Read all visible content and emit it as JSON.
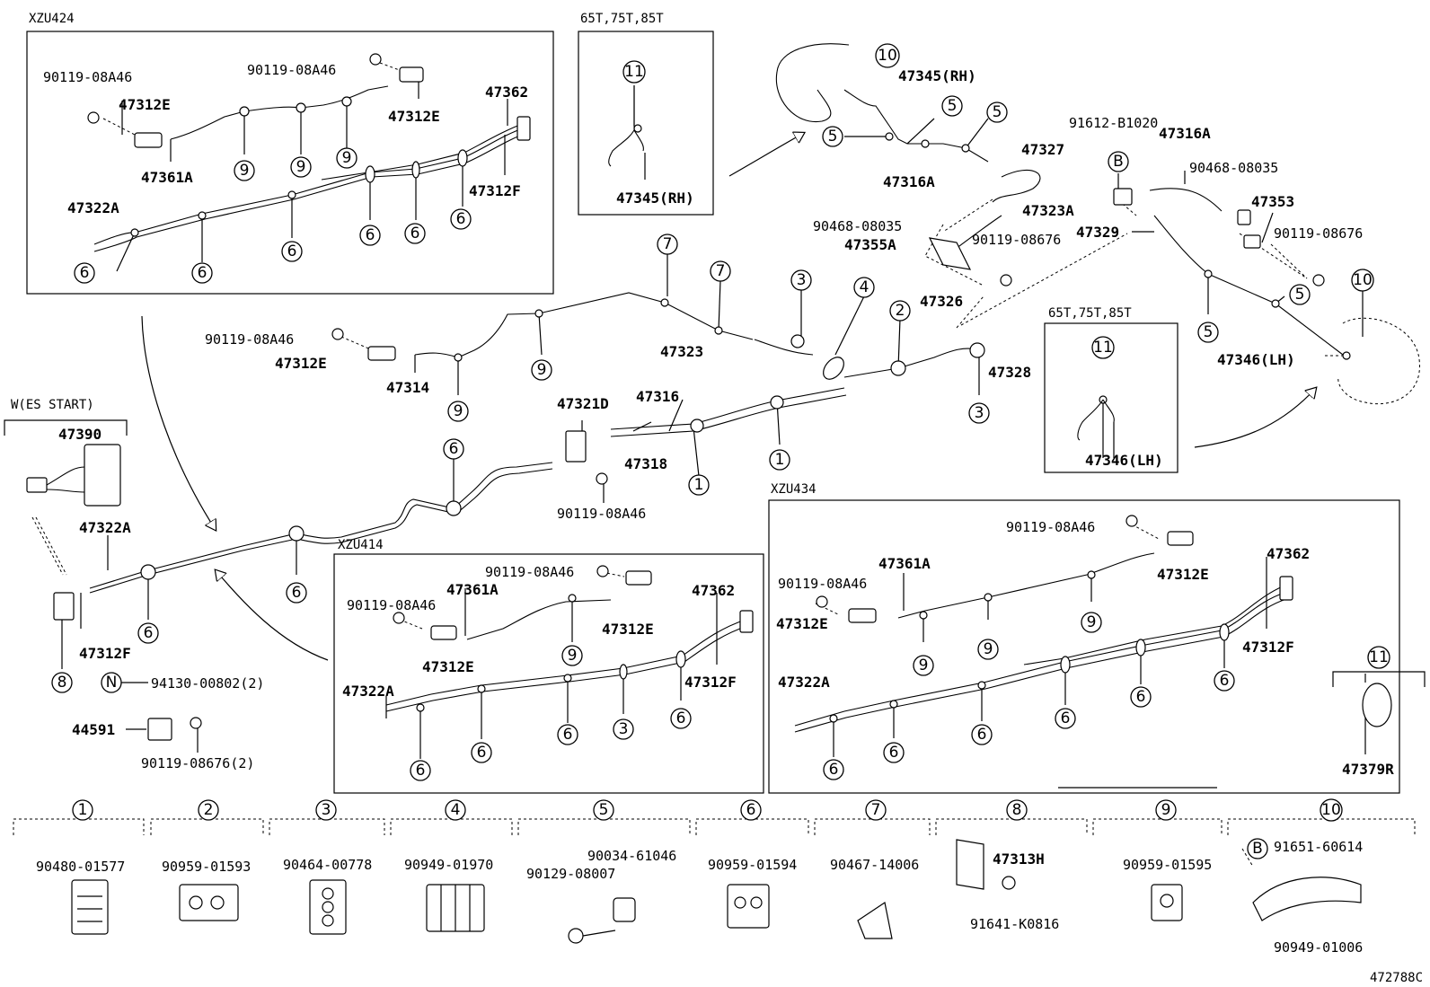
{
  "diagram_id": "472788C",
  "sections": {
    "xzu424": "XZU424",
    "xzu414": "XZU414",
    "xzu434": "XZU434",
    "ws_start": "W(ES START)",
    "t65_rh": "65T,75T,85T",
    "t65_lh": "65T,75T,85T"
  },
  "labels": [
    {
      "id": "l1",
      "text": "90119-08A46"
    },
    {
      "id": "l2",
      "text": "90119-08A46"
    },
    {
      "id": "l3",
      "text": "47312E"
    },
    {
      "id": "l4",
      "text": "47312E"
    },
    {
      "id": "l5",
      "text": "47362"
    },
    {
      "id": "l6",
      "text": "47361A"
    },
    {
      "id": "l7",
      "text": "47312F"
    },
    {
      "id": "l8",
      "text": "47322A"
    },
    {
      "id": "l9",
      "text": "47345(RH)"
    },
    {
      "id": "l10",
      "text": "47345(RH)"
    },
    {
      "id": "l11",
      "text": "47327"
    },
    {
      "id": "l12",
      "text": "47316A"
    },
    {
      "id": "l13",
      "text": "90468-08035"
    },
    {
      "id": "l14",
      "text": "47355A"
    },
    {
      "id": "l15",
      "text": "90119-08676"
    },
    {
      "id": "l16",
      "text": "91612-B1020"
    },
    {
      "id": "l17",
      "text": "47316A"
    },
    {
      "id": "l18",
      "text": "90468-08035"
    },
    {
      "id": "l19",
      "text": "47353"
    },
    {
      "id": "l20",
      "text": "47323A"
    },
    {
      "id": "l21",
      "text": "47329"
    },
    {
      "id": "l22",
      "text": "90119-08676"
    },
    {
      "id": "l23",
      "text": "47326"
    },
    {
      "id": "l24",
      "text": "47328"
    },
    {
      "id": "l25",
      "text": "47346(LH)"
    },
    {
      "id": "l26",
      "text": "47346(LH)"
    },
    {
      "id": "l27",
      "text": "47323"
    },
    {
      "id": "l28",
      "text": "90119-08A46"
    },
    {
      "id": "l29",
      "text": "47312E"
    },
    {
      "id": "l30",
      "text": "47314"
    },
    {
      "id": "l31",
      "text": "47321D"
    },
    {
      "id": "l32",
      "text": "47316"
    },
    {
      "id": "l33",
      "text": "47318"
    },
    {
      "id": "l34",
      "text": "90119-08A46"
    },
    {
      "id": "l35",
      "text": "47390"
    },
    {
      "id": "l36",
      "text": "47322A"
    },
    {
      "id": "l37",
      "text": "47312F"
    },
    {
      "id": "l38",
      "text": "94130-00802(2)"
    },
    {
      "id": "l39",
      "text": "44591"
    },
    {
      "id": "l40",
      "text": "90119-08676(2)"
    },
    {
      "id": "l41",
      "text": "90119-08A46"
    },
    {
      "id": "l42",
      "text": "47361A"
    },
    {
      "id": "l43",
      "text": "90119-08A46"
    },
    {
      "id": "l44",
      "text": "47362"
    },
    {
      "id": "l45",
      "text": "47312E"
    },
    {
      "id": "l46",
      "text": "47312E"
    },
    {
      "id": "l47",
      "text": "47312F"
    },
    {
      "id": "l48",
      "text": "47322A"
    },
    {
      "id": "l49",
      "text": "90119-08A46"
    },
    {
      "id": "l50",
      "text": "47361A"
    },
    {
      "id": "l51",
      "text": "90119-08A46"
    },
    {
      "id": "l52",
      "text": "47312E"
    },
    {
      "id": "l53",
      "text": "47312E"
    },
    {
      "id": "l54",
      "text": "47362"
    },
    {
      "id": "l55",
      "text": "47312F"
    },
    {
      "id": "l56",
      "text": "47322A"
    },
    {
      "id": "l57",
      "text": "47379R"
    }
  ],
  "refs": {
    "one": "1",
    "two": "2",
    "three": "3",
    "four": "4",
    "five": "5",
    "six": "6",
    "seven": "7",
    "eight": "8",
    "nine": "9",
    "ten": "10",
    "eleven": "11",
    "b": "B",
    "n": "N"
  },
  "legend": [
    {
      "ref": "1",
      "parts": [
        "90480-01577"
      ]
    },
    {
      "ref": "2",
      "parts": [
        "90959-01593"
      ]
    },
    {
      "ref": "3",
      "parts": [
        "90464-00778"
      ]
    },
    {
      "ref": "4",
      "parts": [
        "90949-01970"
      ]
    },
    {
      "ref": "5",
      "parts": [
        "90034-61046",
        "90129-08007"
      ]
    },
    {
      "ref": "6",
      "parts": [
        "90959-01594"
      ]
    },
    {
      "ref": "7",
      "parts": [
        "90467-14006"
      ]
    },
    {
      "ref": "8",
      "parts": [
        "47313H",
        "91641-K0816"
      ]
    },
    {
      "ref": "9",
      "parts": [
        "90959-01595"
      ]
    },
    {
      "ref": "10",
      "parts": [
        "91651-60614",
        "90949-01006"
      ]
    }
  ]
}
